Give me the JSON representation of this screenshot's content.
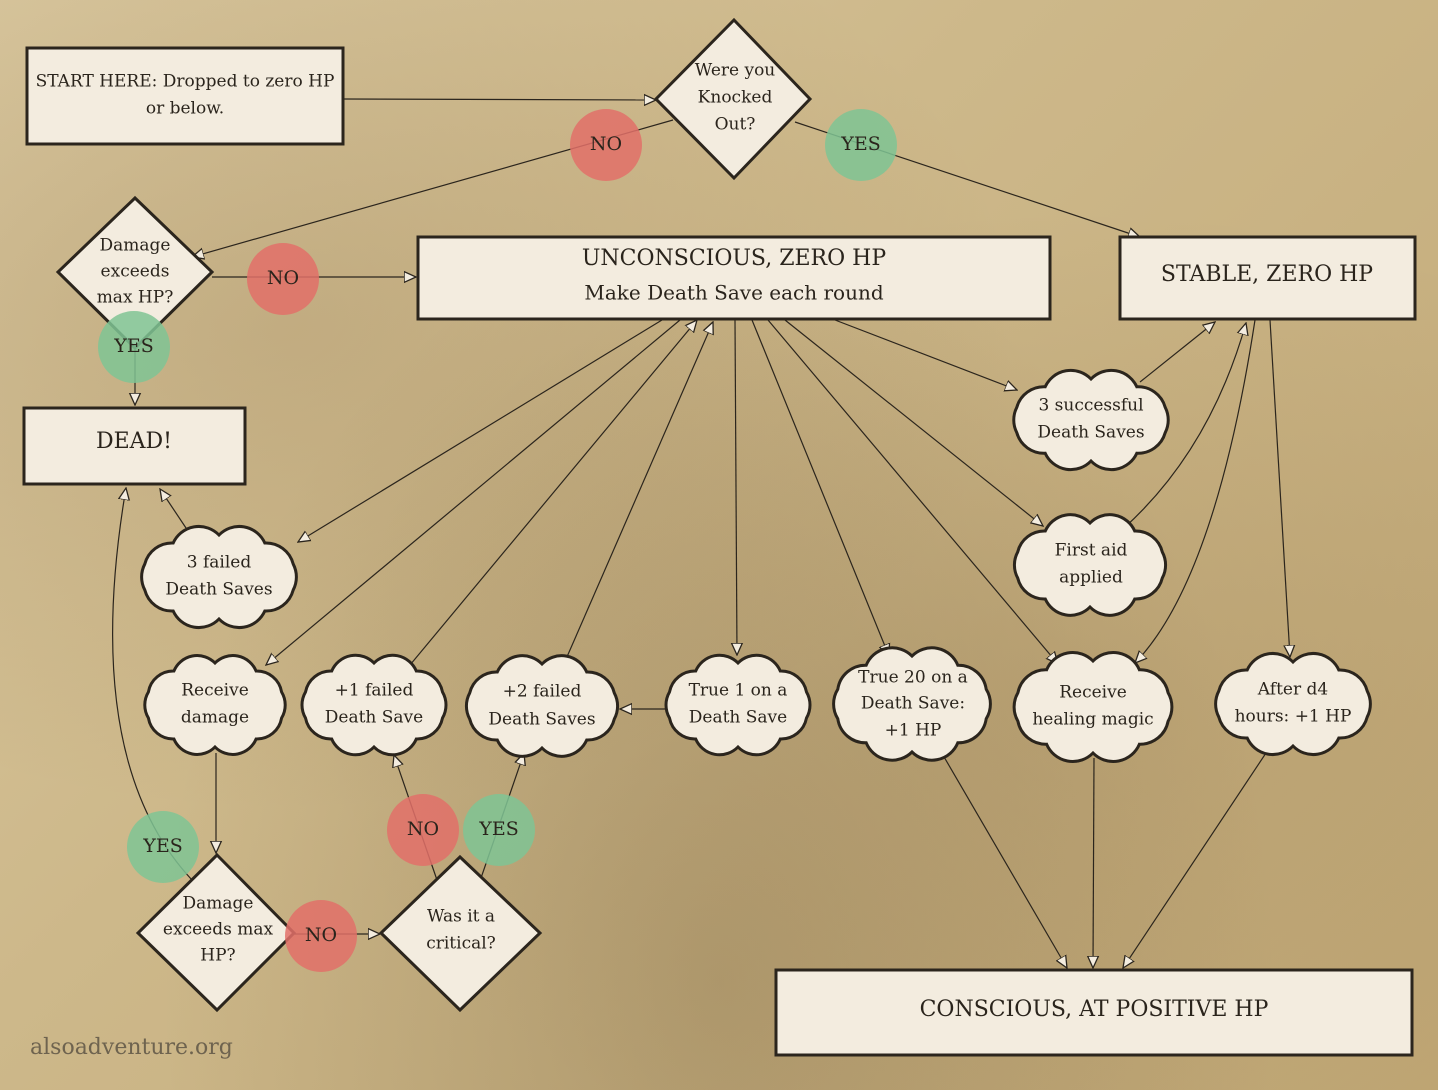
{
  "nodes": {
    "start": [
      "START HERE: Dropped to zero HP",
      "or below."
    ],
    "knocked_out": [
      "Were you",
      "Knocked",
      "Out?"
    ],
    "damage_exceeds_top": [
      "Damage",
      "exceeds",
      "max HP?"
    ],
    "unconscious": [
      "UNCONSCIOUS, ZERO HP",
      "Make Death Save each round"
    ],
    "stable": "STABLE, ZERO HP",
    "dead": "DEAD!",
    "three_success": [
      "3 successful",
      "Death Saves"
    ],
    "first_aid": [
      "First aid",
      "applied"
    ],
    "three_failed": [
      "3 failed",
      "Death Saves"
    ],
    "receive_damage": [
      "Receive",
      "damage"
    ],
    "one_failed": [
      "+1 failed",
      "Death Save"
    ],
    "two_failed": [
      "+2 failed",
      "Death Saves"
    ],
    "true_one": [
      "True 1 on a",
      "Death Save"
    ],
    "true_twenty": [
      "True 20 on a",
      "Death Save:",
      "+1 HP"
    ],
    "healing_magic": [
      "Receive",
      "healing magic"
    ],
    "after_d4": [
      "After d4",
      "hours: +1 HP"
    ],
    "damage_exceeds_bottom": [
      "Damage",
      "exceeds max",
      "HP?"
    ],
    "was_critical": [
      "Was it a",
      "critical?"
    ],
    "conscious": "CONSCIOUS, AT POSITIVE HP"
  },
  "badges": {
    "no": "NO",
    "yes": "YES"
  },
  "watermark": "alsoadventure.org",
  "colors": {
    "background": "#cdb88a",
    "box_fill": "#f3ecdf",
    "outline": "#2b251d",
    "no_badge": "#e27068",
    "yes_badge": "#7fc494"
  }
}
